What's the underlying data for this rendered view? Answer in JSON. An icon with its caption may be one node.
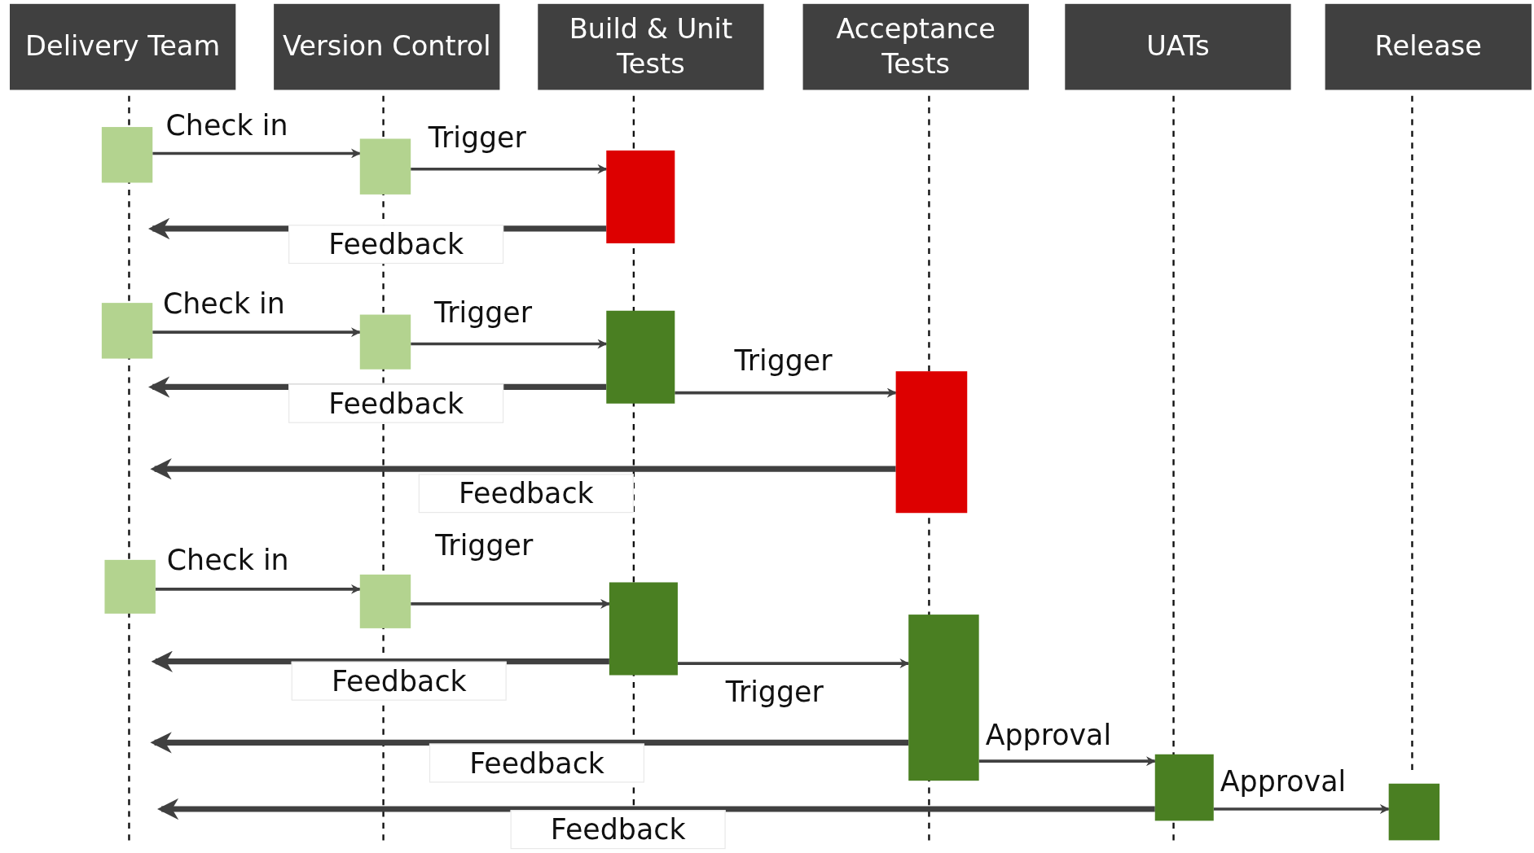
{
  "diagram": {
    "nodes": [
      {
        "text": [
          "Delivery Team"
        ]
      },
      {
        "text": [
          "Version Control"
        ]
      },
      {
        "text": [
          "Build & Unit Tests"
        ]
      },
      {
        "text": [
          "Acceptance Tests"
        ]
      },
      {
        "text": [
          "UATs"
        ]
      },
      {
        "text": [
          "Release"
        ]
      },
      {
        "text": [],
        "shape": "box"
      },
      {
        "text": [],
        "shape": "box"
      },
      {
        "text": [],
        "shape": "box"
      },
      {
        "text": [],
        "shape": "box"
      },
      {
        "text": [],
        "shape": "box"
      },
      {
        "text": [],
        "shape": "box"
      },
      {
        "text": [],
        "shape": "box"
      },
      {
        "text": [],
        "shape": "box"
      },
      {
        "text": [],
        "shape": "box"
      },
      {
        "text": [],
        "shape": "box"
      },
      {
        "text": [],
        "shape": "box"
      },
      {
        "text": [],
        "shape": "box"
      },
      {
        "text": [],
        "shape": "box"
      }
    ],
    "edges": [
      {
        "from": 6,
        "to": 7,
        "arrow": "to",
        "label": "Check in"
      },
      {
        "from": 7,
        "to": 8,
        "arrow": "to",
        "label": "Trigger"
      },
      {
        "from": 8,
        "to": 6,
        "arrow": "to",
        "label": "Feedback",
        "style": "thick"
      },
      {
        "from": 9,
        "to": 10,
        "arrow": "to",
        "label": "Check in"
      },
      {
        "from": 10,
        "to": 11,
        "arrow": "to",
        "label": "Trigger"
      },
      {
        "from": 11,
        "to": 9,
        "arrow": "to",
        "label": "Feedback",
        "style": "thick"
      },
      {
        "from": 11,
        "to": 12,
        "arrow": "to",
        "label": "Trigger"
      },
      {
        "from": 12,
        "to": null,
        "arrow": "to",
        "label": "Feedback",
        "style": "thick"
      },
      {
        "from": 13,
        "to": 14,
        "arrow": "to",
        "label": "Check in"
      },
      {
        "from": 14,
        "to": 15,
        "arrow": "to",
        "label": "Trigger"
      },
      {
        "from": 15,
        "to": 13,
        "arrow": "to",
        "label": "Feedback",
        "style": "thick"
      },
      {
        "from": 15,
        "to": 16,
        "arrow": "to",
        "label": "Trigger"
      },
      {
        "from": 16,
        "to": null,
        "arrow": "to",
        "label": "Feedback",
        "style": "thick"
      },
      {
        "from": 16,
        "to": 17,
        "arrow": "to",
        "label": "Approval"
      },
      {
        "from": 17,
        "to": null,
        "arrow": "to",
        "label": "Feedback",
        "style": "thick"
      },
      {
        "from": 17,
        "to": 18,
        "arrow": "to",
        "label": "Approval"
      }
    ]
  }
}
